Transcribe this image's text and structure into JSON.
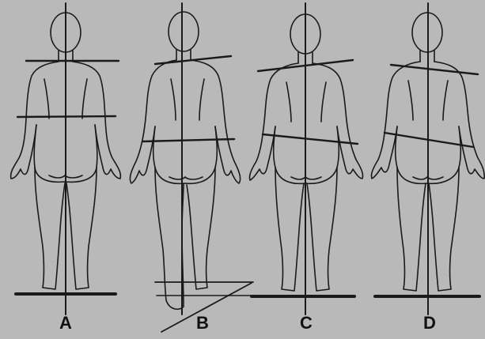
{
  "labels": {
    "a": "A",
    "b": "B",
    "c": "C",
    "d": "D"
  },
  "background_text": [],
  "colors": {
    "background": "#b9b9b9",
    "ink": "#1a1a1a",
    "bleed_text": "#a2a2a2"
  }
}
